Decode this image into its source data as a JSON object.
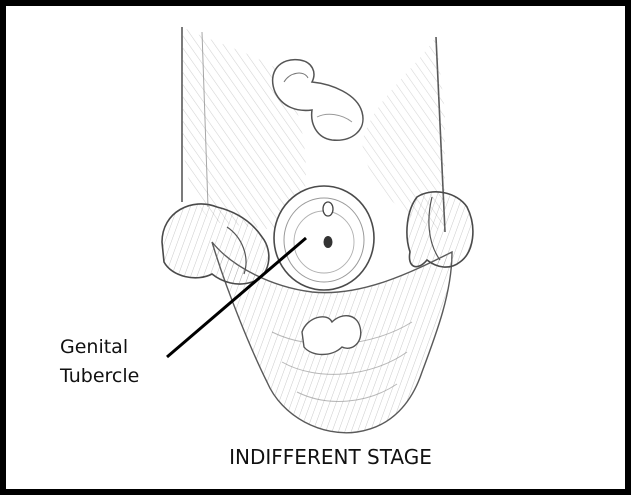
{
  "figure": {
    "annotation": {
      "line1": "Genital",
      "line2": "Tubercle"
    },
    "caption": "INDIFFERENT STAGE",
    "colors": {
      "border": "#000000",
      "pencil": "#6b6b6b",
      "background": "#ffffff",
      "text": "#111111"
    }
  }
}
